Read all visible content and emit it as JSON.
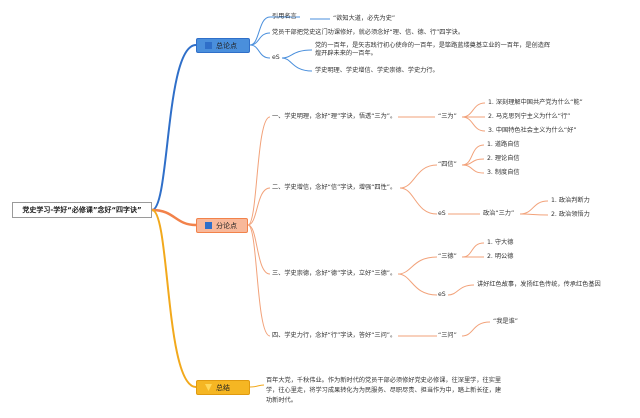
{
  "root": "党史学习-学好“必修课”念好“四字诀”",
  "branches": {
    "general": "总论点",
    "sub": "分论点",
    "summary": "总结"
  },
  "general": {
    "quote_label": "引用名言",
    "quote": "“欲知大道，必先为史”",
    "intro": "党员干部把党史这门功课修好，就必须念好“理、信、德、行”四字诀。",
    "es_label": "eS",
    "century": "党的一百年，是矢志践行初心使命的一百年，是筚路蓝缕奠基立业的一百年，是创造辉煌开辟未来的一百年。",
    "four": "学史明理、学史增信、学史崇德、学史力行。"
  },
  "points": {
    "p1": "一、学史明理，念好“理”字诀，悟透“三为”。",
    "p1_tag": "“三为”",
    "p1_items": [
      "1. 深刻理解中国共产党为什么“能”",
      "2. 马克思列宁主义为什么“行”",
      "3. 中国特色社会主义为什么“好”"
    ],
    "p2": "二、学史增信，念好“信”字诀，增强“四性”。",
    "p2_tag": "“四信”",
    "p2_items": [
      "1. 道路自信",
      "2. 理论自信",
      "3. 制度自信"
    ],
    "p2_es": "eS",
    "p2_sub": "政治“三力”",
    "p2_sub_items": [
      "1. 政治判断力",
      "2. 政治领悟力"
    ],
    "p3": "三、学史崇德，念好“德”字诀，立好“三德”。",
    "p3_tag": "“三德”",
    "p3_items": [
      "1. 守大德",
      "2. 明公德"
    ],
    "p3_es": "eS",
    "p3_extra": "讲好红色故事，发扬红色传统，传承红色基因",
    "p4": "四、学史力行，念好“行”字诀，答好“三问”。",
    "p4_tag": "“三问”",
    "p4_item": "“我是谁”"
  },
  "summary_text": "百年大党，千秋伟业。作为新时代的党员干部必须修好党史必修课，往深里学，往实里学，往心里走，将学习成果转化为为民服务、尽职尽责、担当作为中，踏上新长征，建功新时代。",
  "colors": {
    "general_branch": "#2f6fc9",
    "sub_branch": "#f2824a",
    "summary_branch": "#f2a91c",
    "general_box": "#4a8fdc",
    "sub_box": "#f8b89a",
    "summary_box": "#f5b623"
  }
}
